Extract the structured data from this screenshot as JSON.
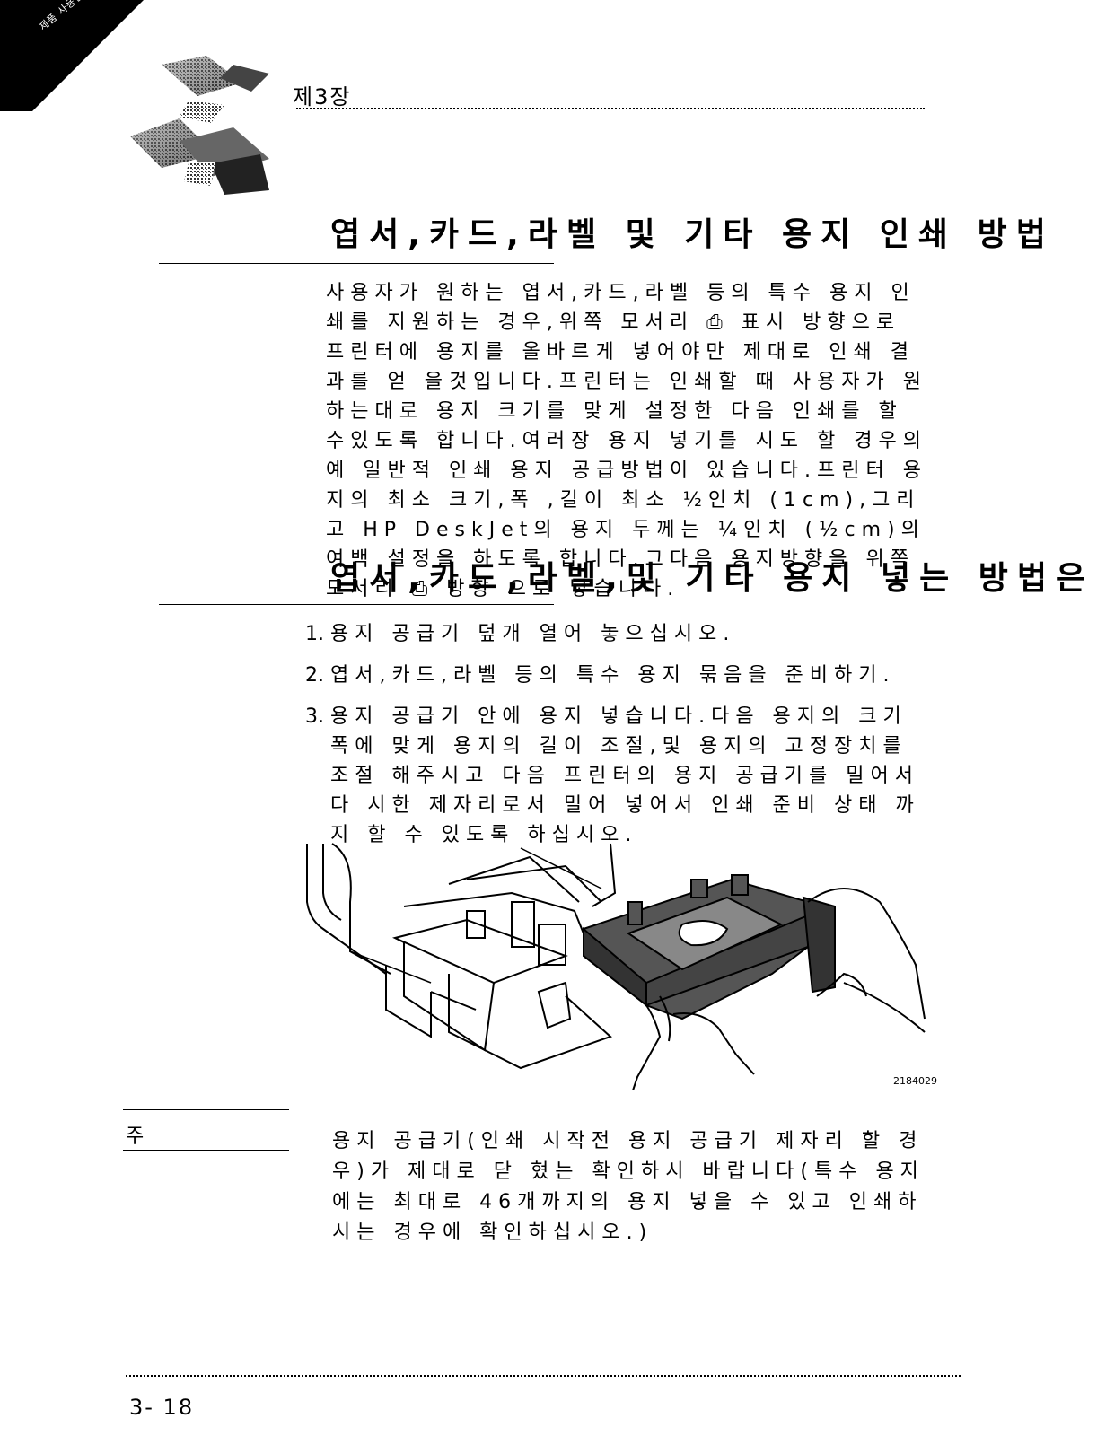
{
  "header": {
    "corner_label": "제품 사용설명",
    "chapter_label": "제3장"
  },
  "section1": {
    "title": "엽서,카드,라벨 및 기타 용지 인쇄 방법",
    "body": "사용자가 원하는 엽서,카드,라벨 등의 특수 용지 인쇄를 지원하는 경우,위쪽 모서리 ⎙ 표시 방향으로 프린터에 용지를 올바르게 넣어야만 제대로 인쇄 결과를 얻 을것입니다.프린터는 인쇄할 때 사용자가 원하는대로 용지 크기를 맞게 설정한 다음 인쇄를 할 수있도록 합니다.여러장 용지 넣기를 시도 할 경우의 예 일반적 인쇄 용지 공급방법이 있습니다.프린터 용지의 최소 크기,폭 ,길이 최소 ½인치 (1cm),그리고 HP DeskJet의 용지 두께는 ¼인치 (½cm)의 여백 설정을 하도록 합니다.그다음 용지방향을 위쪽 모서리 ⎙ 방향 으로 넣습니다."
  },
  "section2": {
    "title": "엽서,카드,라벨,및 기타 용지 넣는 방법은",
    "steps": [
      {
        "num": "1.",
        "text": "용지 공급기 덮개 열어 놓으십시오."
      },
      {
        "num": "2.",
        "text": "엽서,카드,라벨 등의 특수 용지 묶음을 준비하기."
      },
      {
        "num": "3.",
        "text": "용지 공급기 안에 용지 넣습니다.다음 용지의 크기 폭에 맞게 용지의 길이 조절,및 용지의 고정장치를 조절 해주시고 다음 프린터의 용지 공급기를 밀어서 다 시한 제자리로서 밀어 넣어서 인쇄 준비 상태 까지 할 수 있도록 하십시오."
      }
    ]
  },
  "figure": {
    "id": "2184029"
  },
  "note": {
    "mark": "주",
    "text": "용지 공급기(인쇄 시작전 용지 공급기 제자리 할 경우)가 제대로 닫 혔는 확인하시 바랍니다(특수 용지에는 최대로 46개까지의 용지 넣을 수 있고 인쇄하시는 경우에 확인하십시오.)"
  },
  "footer": {
    "page_number": "3- 18"
  }
}
